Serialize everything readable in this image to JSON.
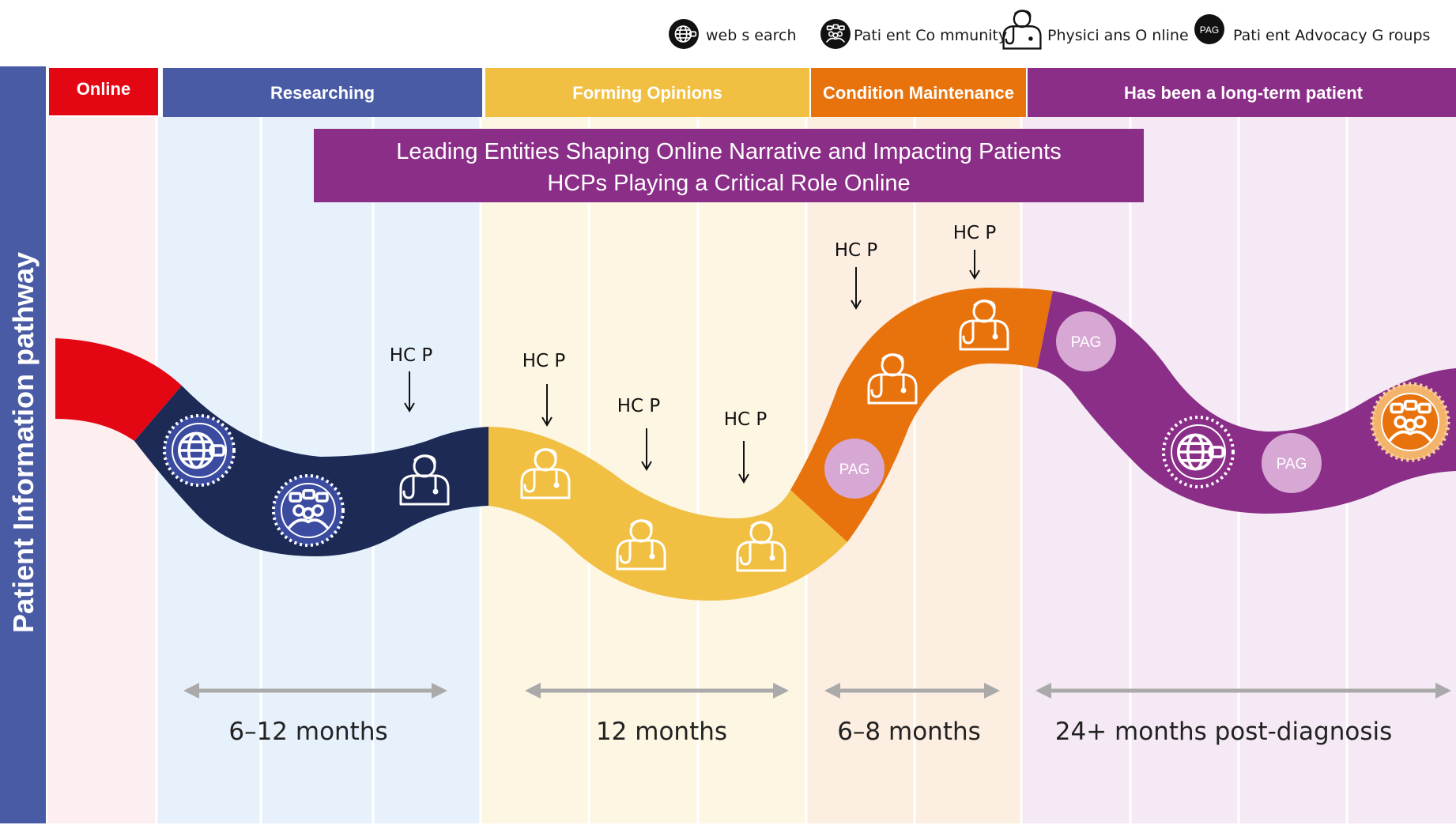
{
  "legend": {
    "web_search": "web s earch",
    "patient_community": "Pati ent Co mmunity",
    "physicians_online": "Physici ans O nline",
    "patient_advocacy_groups": "Pati ent Advocacy  G roups",
    "pag_badge": "PAG"
  },
  "side_label": "Patient Information pathway",
  "phases": {
    "online": "Online",
    "researching": "Researching",
    "forming_opinions": "Forming Opinions",
    "condition_maintenance": "Condition Maintenance",
    "long_term": "Has been a long-term patient"
  },
  "banner": {
    "line1": "Leading Entities Shaping Online Narrative and Impacting Patients",
    "line2": "HCPs Playing a Critical Role Online"
  },
  "hcp_label": "HC P",
  "pag_label": "PAG",
  "durations": {
    "researching": "6–12 months",
    "forming": "12 months",
    "maintenance": "6–8 months",
    "long_term": "24+ months post-diagnosis"
  },
  "colors": {
    "online": "#e30613",
    "researching": "#4a5ba6",
    "path_navy": "#1c2a55",
    "forming": "#f1c043",
    "maintenance": "#e8730d",
    "long_term": "#8b2e88",
    "pag_bubble": "#d7a8d4",
    "banner": "#8b2e88"
  }
}
